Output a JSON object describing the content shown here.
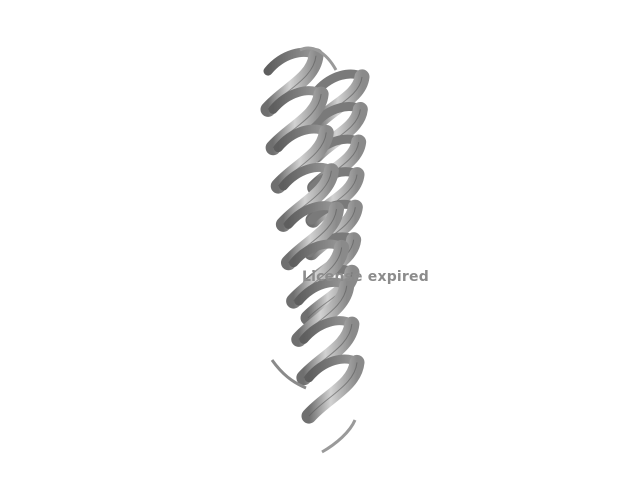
{
  "viewer": {
    "background": "#ffffff",
    "watermark_text": "License expired",
    "structure": {
      "type": "alpha-helical hairpin (cartoon ribbon)",
      "ribbon_color": "#b4b4b4",
      "helix_count": 2
    }
  }
}
